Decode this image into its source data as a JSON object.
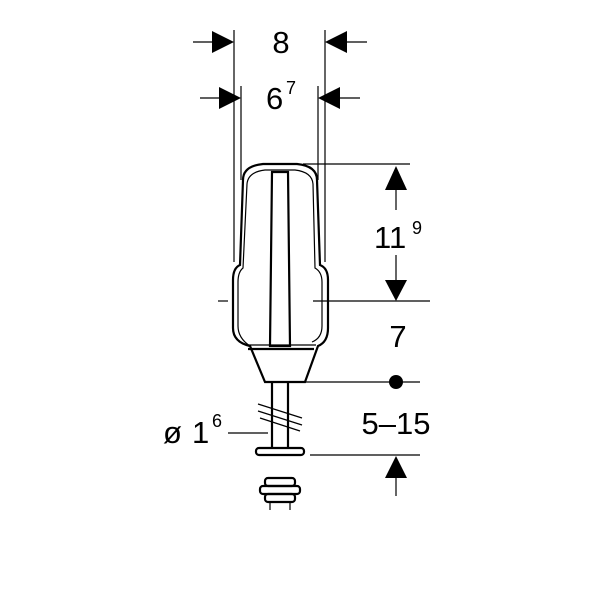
{
  "dimensions": {
    "overall_width": {
      "value": "8"
    },
    "body_width": {
      "value": "6",
      "superscript": "7"
    },
    "head_height": {
      "value": "11",
      "superscript": "9"
    },
    "base_height": {
      "value": "7"
    },
    "adjust_range": {
      "value": "5–15"
    },
    "pipe_diameter": {
      "prefix": "ø",
      "value": "1",
      "superscript": "6"
    }
  },
  "colors": {
    "line": "#000000",
    "background": "#ffffff"
  }
}
